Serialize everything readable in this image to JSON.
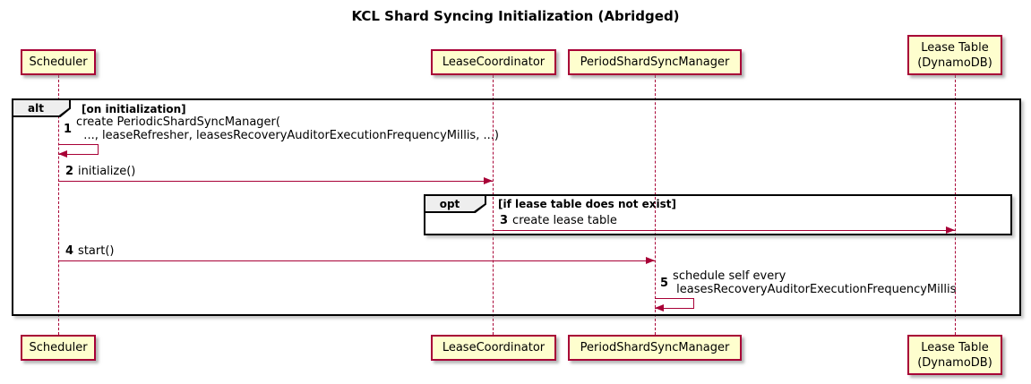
{
  "title": "KCL Shard Syncing Initialization (Abridged)",
  "colors": {
    "participant_bg": "#FEFECE",
    "participant_border": "#A80036",
    "arrow": "#A80036",
    "frame_border": "#000000",
    "operator_bg": "#EEEEEE",
    "text": "#000000"
  },
  "participants": [
    {
      "name": "Scheduler"
    },
    {
      "name": "LeaseCoordinator"
    },
    {
      "name": "PeriodShardSyncManager"
    },
    {
      "name": "Lease Table\n(DynamoDB)"
    }
  ],
  "frames": [
    {
      "operator": "alt",
      "guard": "[on initialization]"
    },
    {
      "operator": "opt",
      "guard": "[if lease table does not exist]"
    }
  ],
  "messages": [
    {
      "num": "1",
      "text": "create PeriodicShardSyncManager(\n  ..., leaseRefresher, leasesRecoveryAuditorExecutionFrequencyMillis, ...)"
    },
    {
      "num": "2",
      "text": "initialize()"
    },
    {
      "num": "3",
      "text": "create lease table"
    },
    {
      "num": "4",
      "text": "start()"
    },
    {
      "num": "5",
      "text": "schedule self every\n leasesRecoveryAuditorExecutionFrequencyMillis"
    }
  ]
}
